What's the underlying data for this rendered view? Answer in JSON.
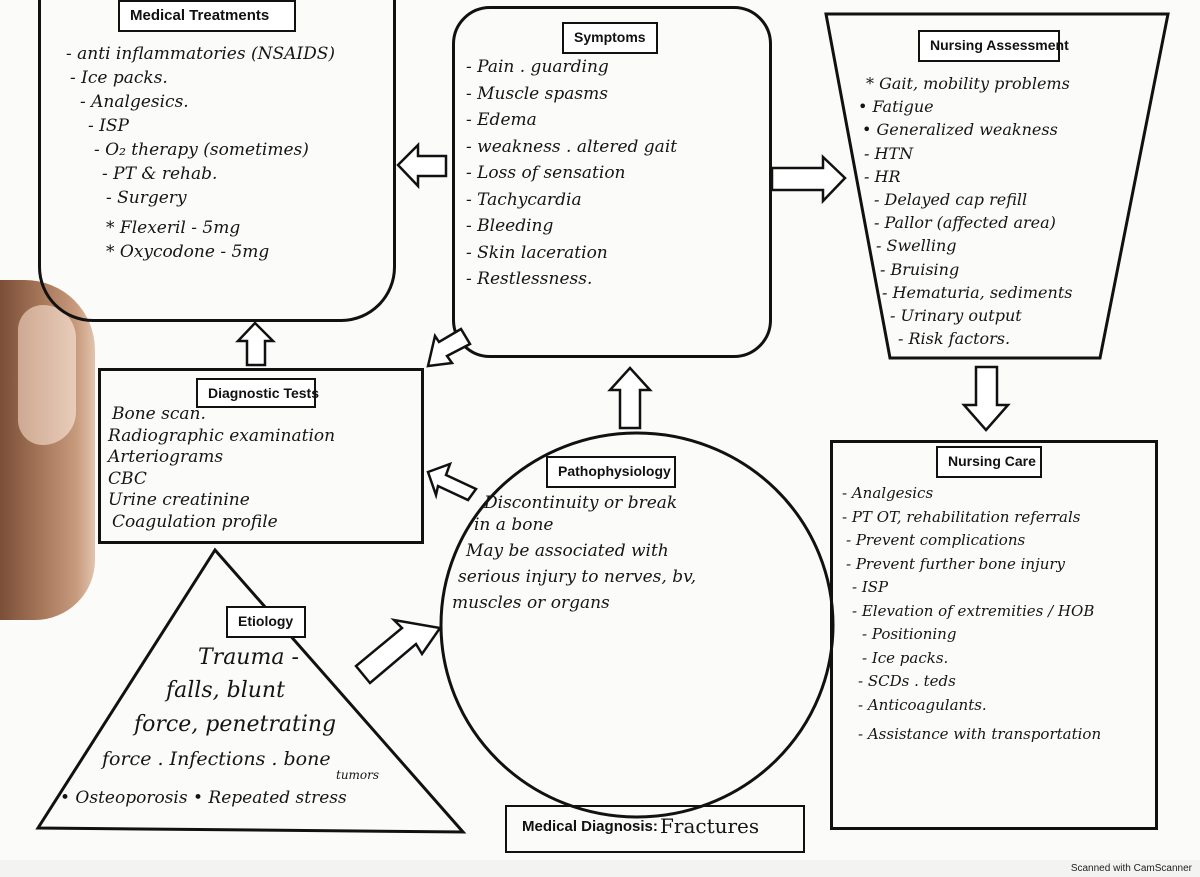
{
  "medical_treatments": {
    "title": "Medical Treatments",
    "items": [
      "- anti inflammatories (NSAIDS)",
      "- Ice packs.",
      "- Analgesics.",
      "- ISP",
      "- O₂ therapy (sometimes)",
      "- PT & rehab.",
      "- Surgery",
      "* Flexeril - 5mg",
      "* Oxycodone - 5mg"
    ]
  },
  "symptoms": {
    "title": "Symptoms",
    "items": [
      "- Pain . guarding",
      "- Muscle spasms",
      "- Edema",
      "- weakness . altered gait",
      "- Loss of sensation",
      "- Tachycardia",
      "- Bleeding",
      "- Skin laceration",
      "- Restlessness."
    ]
  },
  "nursing_assessment": {
    "title": "Nursing Assessment",
    "items": [
      "* Gait, mobility problems",
      "• Fatigue",
      "• Generalized weakness",
      "- HTN",
      "- HR",
      "- Delayed cap refill",
      "- Pallor (affected area)",
      "- Swelling",
      "- Bruising",
      "- Hematuria, sediments",
      "- Urinary output",
      "- Risk factors."
    ]
  },
  "diagnostic_tests": {
    "title": "Diagnostic Tests",
    "items": [
      "Bone scan.",
      "Radiographic examination",
      "Arteriograms",
      "CBC",
      "Urine creatinine",
      "Coagulation profile"
    ]
  },
  "pathophysiology": {
    "title": "Pathophysiology",
    "lines": [
      "Discontinuity or break",
      "in a bone",
      "May be associated with",
      "serious injury to nerves, bv,",
      "muscles or organs"
    ]
  },
  "nursing_care": {
    "title": "Nursing Care",
    "items": [
      "- Analgesics",
      "- PT OT, rehabilitation referrals",
      "- Prevent complications",
      "- Prevent further bone injury",
      "- ISP",
      "- Elevation of extremities / HOB",
      "- Positioning",
      "- Ice packs.",
      "- SCDs . teds",
      "- Anticoagulants.",
      "- Assistance with transportation"
    ]
  },
  "etiology": {
    "title": "Etiology",
    "lines": [
      "Trauma -",
      "falls, blunt",
      "force, penetrating",
      "force . Infections . bone",
      "tumors",
      "• Osteoporosis • Repeated stress"
    ]
  },
  "medical_diagnosis": {
    "label": "Medical Diagnosis:",
    "value": "Fractures"
  },
  "footer": "Scanned with CamScanner"
}
